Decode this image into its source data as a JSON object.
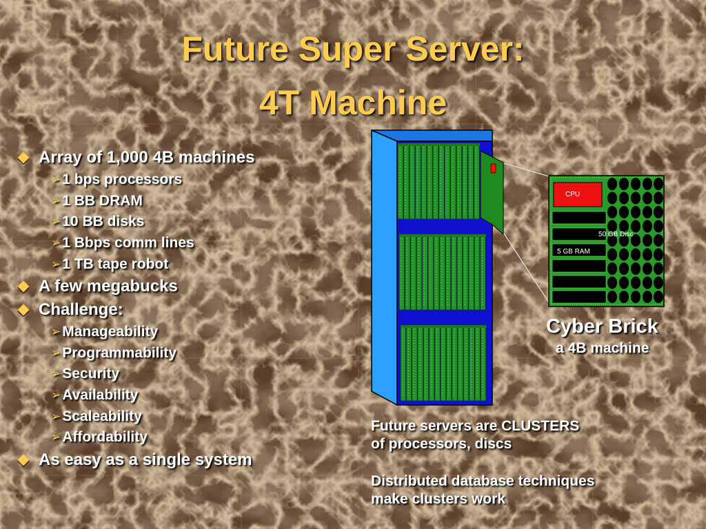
{
  "slide": {
    "title_line1": "Future Super Server:",
    "title_line2": "4T Machine"
  },
  "bullets": [
    {
      "text": "Array of 1,000 4B machines",
      "sub": [
        "1 bps processors",
        "1 BB DRAM",
        "10 BB disks",
        "1 Bbps comm lines",
        "1 TB tape robot"
      ]
    },
    {
      "text": "A few megabucks",
      "sub": []
    },
    {
      "text": "Challenge:",
      "sub": [
        "Manageability",
        "Programmability",
        "Security",
        "Availability",
        "Scaleability",
        "Affordability"
      ]
    },
    {
      "text": "As easy as a single system",
      "sub": []
    }
  ],
  "diagram": {
    "cpu_label": "CPU",
    "disc_label": "50 GB Disc",
    "ram_label": "5 GB RAM",
    "caption_title": "Cyber Brick",
    "caption_sub": "a 4B machine"
  },
  "notes": {
    "clusters_line1": "Future servers are CLUSTERS",
    "clusters_line2": "of processors, discs",
    "distributed_line1": "Distributed database techniques",
    "distributed_line2": "make clusters work"
  },
  "colors": {
    "title": "#ffcc4d",
    "rack_side": "#2ea0ff",
    "rack_inner": "#1010d0",
    "board_green": "#2a9a2a",
    "cpu_red": "#ee1111"
  }
}
